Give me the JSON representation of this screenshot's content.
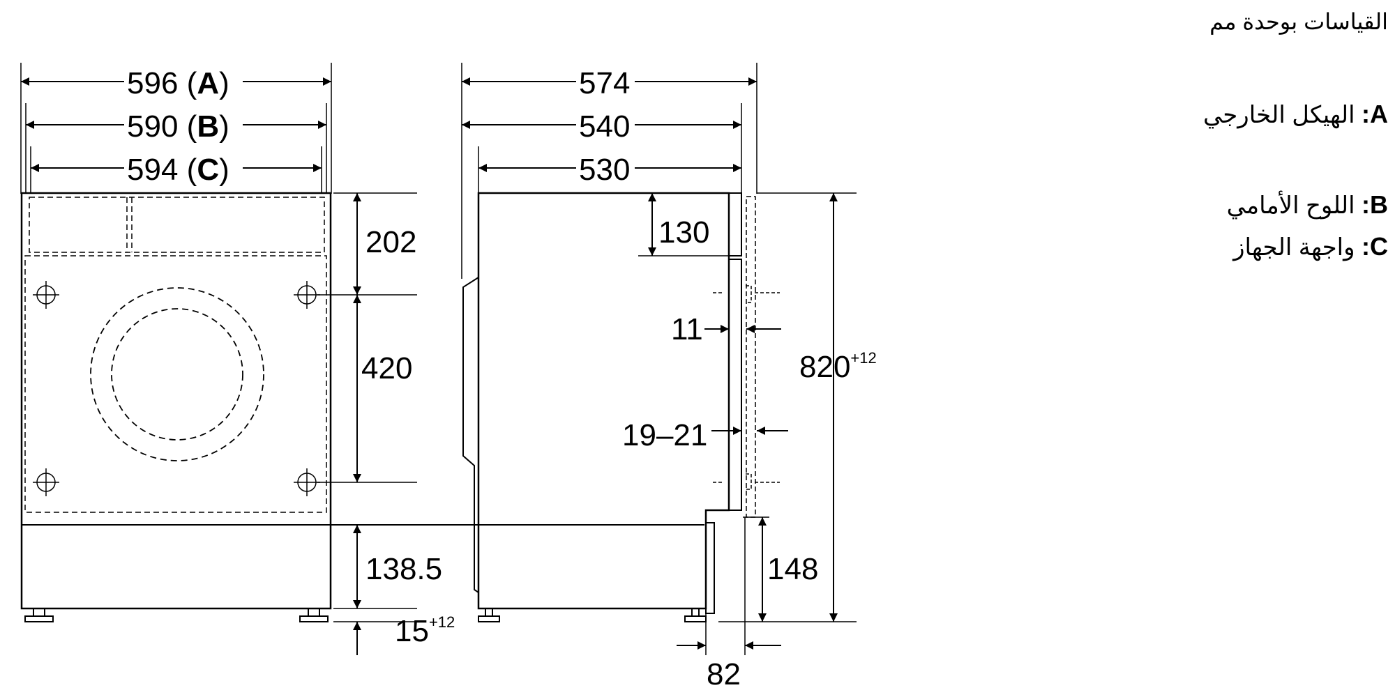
{
  "units_note": "القياسات بوحدة مم",
  "legend": [
    {
      "letter": "A",
      "sep": ":",
      "text": "الهيكل الخارجي"
    },
    {
      "letter": "B",
      "sep": ":",
      "text": "اللوح الأمامي"
    },
    {
      "letter": "C",
      "sep": ":",
      "text": "واجهة الجهاز"
    }
  ],
  "front_view": {
    "width_a": "596",
    "width_a_tag": "A",
    "width_b": "590",
    "width_b_tag": "B",
    "width_c": "594",
    "width_c_tag": "C",
    "h_top": "202",
    "h_mount": "420",
    "h_plinth": "138.5",
    "h_feet": "15",
    "h_feet_tol": "+12"
  },
  "side_view": {
    "depth_total": "574",
    "depth_b": "540",
    "depth_c": "530",
    "h_upper": "130",
    "gap": "11",
    "door_thickness": "19–21",
    "height": "820",
    "height_tol": "+12",
    "plinth_h": "148",
    "plinth_depth": "82"
  }
}
